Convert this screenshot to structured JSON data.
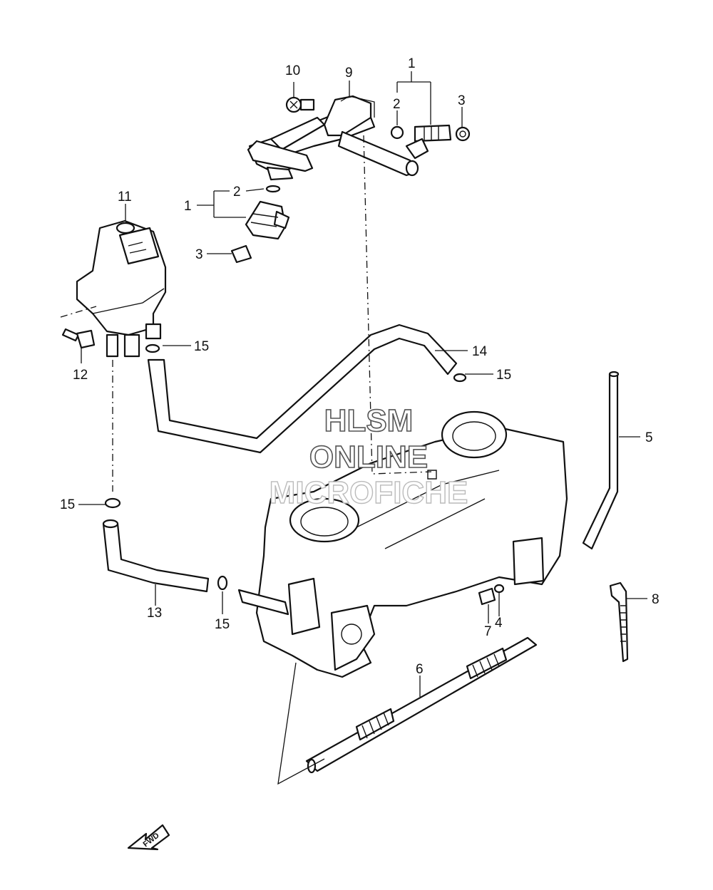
{
  "watermark": {
    "line1": "HLSM",
    "line2": "ONLINE",
    "line3": "MICROFICHE"
  },
  "callouts": {
    "c1_top": "1",
    "c1_left": "1",
    "c2_top": "2",
    "c2_left": "2",
    "c3_top": "3",
    "c3_left": "3",
    "c4": "4",
    "c5": "5",
    "c6": "6",
    "c7": "7",
    "c8": "8",
    "c9": "9",
    "c10": "10",
    "c11": "11",
    "c12": "12",
    "c13": "13",
    "c14": "14",
    "c15_a": "15",
    "c15_b": "15",
    "c15_c": "15",
    "c15_d": "15"
  },
  "fwd_label": "FWD"
}
